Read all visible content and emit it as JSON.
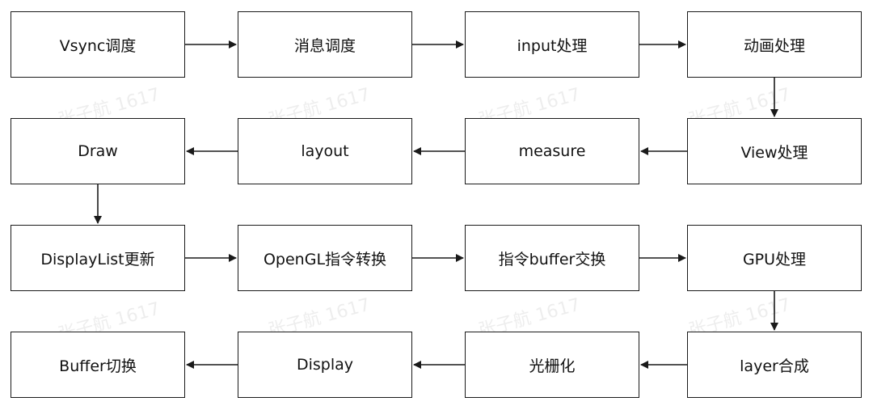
{
  "watermark": "张子航 1617",
  "colors": {
    "stroke": "#1a1a1a",
    "text": "#111111",
    "background": "#ffffff"
  },
  "steps": [
    "Vsync调度",
    "消息调度",
    "input处理",
    "动画处理",
    "View处理",
    "measure",
    "layout",
    "Draw",
    "DisplayList更新",
    "OpenGL指令转换",
    "指令buffer交换",
    "GPU处理",
    "layer合成",
    "光栅化",
    "Display",
    "Buffer切换"
  ]
}
